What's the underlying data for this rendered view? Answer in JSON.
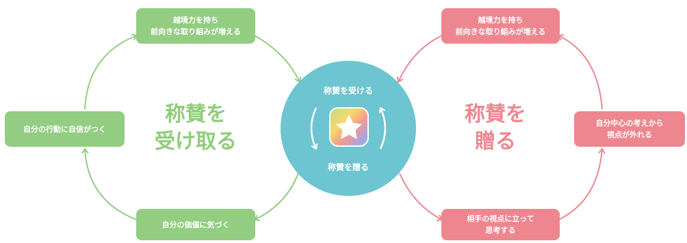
{
  "left_cycle": {
    "title_line1": "称賛を",
    "title_line2": "受け取る",
    "top": {
      "line1": "越境力を持ち",
      "line2": "前向きな取り組みが増える"
    },
    "left": {
      "line1": "自分の行動に自信がつく"
    },
    "bottom": {
      "line1": "自分の価値に気づく"
    }
  },
  "right_cycle": {
    "title_line1": "称賛を",
    "title_line2": "贈る",
    "top": {
      "line1": "越境力を持ち",
      "line2": "前向きな取り組みが増える"
    },
    "right": {
      "line1": "自分中心の考えから",
      "line2": "視点が外れる"
    },
    "bottom": {
      "line1": "相手の視点に立って",
      "line2": "思考する"
    }
  },
  "center": {
    "top_label": "称賛を受ける",
    "bottom_label": "称賛を贈る",
    "icon": "star-app-icon"
  },
  "colors": {
    "green": "#92cd82",
    "pink": "#ee8690",
    "teal": "#6cc5d0"
  }
}
